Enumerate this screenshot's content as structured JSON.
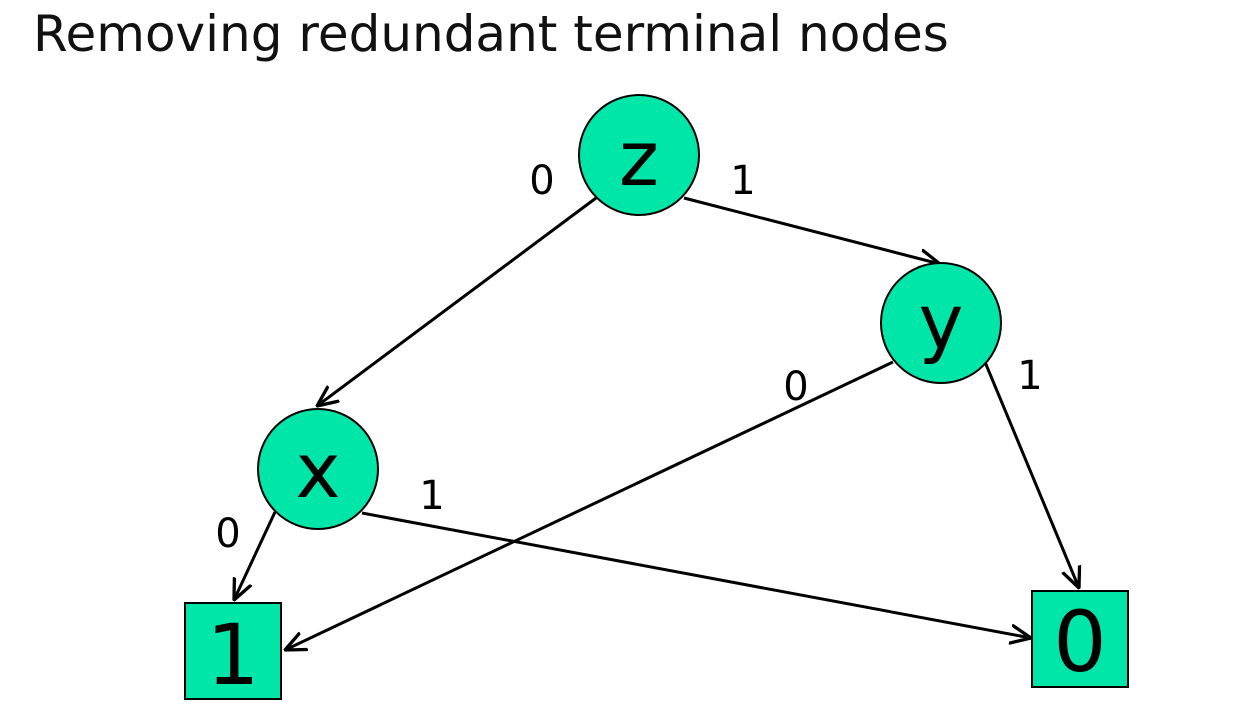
{
  "title": "Removing redundant terminal nodes",
  "colors": {
    "node_fill": "#00e6a8",
    "stroke": "#000000",
    "background": "#ffffff"
  },
  "nodes": {
    "z": {
      "label": "z",
      "shape": "circle"
    },
    "y": {
      "label": "y",
      "shape": "circle"
    },
    "x": {
      "label": "x",
      "shape": "circle"
    },
    "t1": {
      "label": "1",
      "shape": "square"
    },
    "t0": {
      "label": "0",
      "shape": "square"
    }
  },
  "edges": {
    "z_x": {
      "from": "z",
      "to": "x",
      "label": "0"
    },
    "z_y": {
      "from": "z",
      "to": "y",
      "label": "1"
    },
    "y_t1": {
      "from": "y",
      "to": "1",
      "label": "0"
    },
    "y_t0": {
      "from": "y",
      "to": "0",
      "label": "1"
    },
    "x_t1": {
      "from": "x",
      "to": "1",
      "label": "0"
    },
    "x_t0": {
      "from": "x",
      "to": "0",
      "label": "1"
    }
  }
}
